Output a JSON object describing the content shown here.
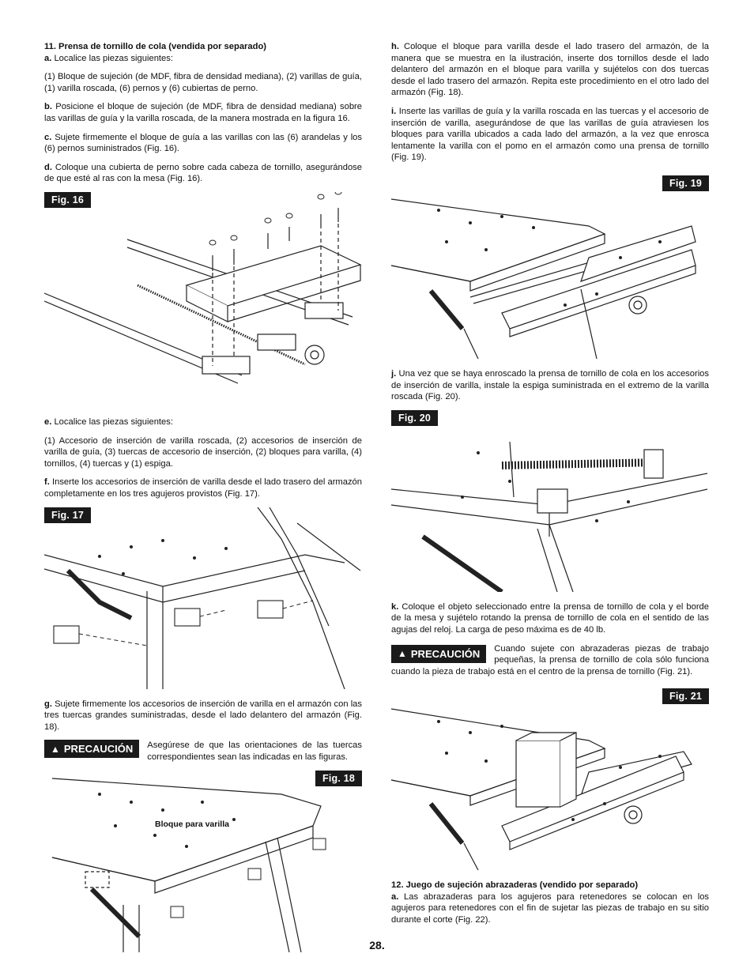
{
  "left": {
    "s11_title": "11. Prensa de tornillo de cola (vendida por separado)",
    "a_letter": "a.",
    "a_text": "Localice las piezas siguientes:",
    "a_list": "(1) Bloque de sujeción (de MDF, fibra de densidad mediana), (2) varillas de guía, (1) varilla roscada, (6) pernos y (6) cubiertas de perno.",
    "b_letter": "b.",
    "b_text": "Posicione el bloque de sujeción (de MDF, fibra de densidad mediana) sobre las varillas de guía y la varilla roscada, de la manera mostrada en la figura 16.",
    "c_letter": "c.",
    "c_text": "Sujete firmemente el bloque de guía a las varillas con las (6) arandelas y los (6) pernos suministrados (Fig. 16).",
    "d_letter": "d.",
    "d_text": "Coloque una cubierta de perno sobre cada cabeza de tornillo, asegurándose de que esté al ras con la mesa (Fig. 16).",
    "fig16": "Fig. 16",
    "e_letter": "e.",
    "e_text": "Localice las piezas siguientes:",
    "e_list": "(1) Accesorio de inserción de varilla roscada, (2) accesorios de inserción de varilla de guía, (3) tuercas de accesorio de inserción, (2) bloques para varilla, (4) tornillos, (4) tuercas y (1) espiga.",
    "f_letter": "f.",
    "f_text": "Inserte los accesorios de inserción de varilla desde el lado trasero del armazón completamente en los tres agujeros provistos (Fig. 17).",
    "fig17": "Fig. 17",
    "g_letter": "g.",
    "g_text": "Sujete firmemente los accesorios de inserción de varilla en el armazón con las tres tuercas grandes suministradas, desde el lado delantero del armazón (Fig. 18).",
    "caution_label": "PRECAUCIÓN",
    "caution_text": "Asegúrese de que las orientaciones de las tuercas correspondientes sean las indicadas en las figuras.",
    "fig18": "Fig. 18",
    "fig18_label": "Bloque para varilla"
  },
  "right": {
    "h_letter": "h.",
    "h_text": "Coloque el bloque para varilla desde el lado trasero del armazón, de la manera que se muestra en la ilustración, inserte dos tornillos desde el lado delantero del armazón en el bloque para varilla y sujételos con dos tuercas desde el lado trasero del armazón. Repita este procedimiento en el otro lado del armazón (Fig. 18).",
    "i_letter": "i.",
    "i_text": "Inserte las varillas de guía y la varilla roscada en las tuercas y el accesorio de inserción de varilla, asegurándose de que las varillas de guía atraviesen los bloques para varilla ubicados a cada lado del armazón, a la vez que enrosca lentamente la varilla con el pomo en el armazón como una prensa de tornillo (Fig. 19).",
    "fig19": "Fig. 19",
    "j_letter": "j.",
    "j_text": "Una vez que se haya enroscado la prensa de tornillo de cola en los accesorios de inserción de varilla, instale la espiga suministrada en el extremo de la varilla roscada (Fig. 20).",
    "fig20": "Fig. 20",
    "k_letter": "k.",
    "k_text": "Coloque el objeto seleccionado entre la prensa de tornillo de cola y el borde de la mesa y sujételo rotando la prensa de tornillo de cola en el sentido de las agujas del reloj. La carga de peso máxima es de 40 lb.",
    "caution_label": "PRECAUCIÓN",
    "caution_text": "Cuando sujete con abrazaderas piezas de trabajo pequeñas, la prensa de tornillo de cola sólo funciona cuando la pieza de trabajo está en el centro de la prensa de tornillo (Fig. 21).",
    "fig21": "Fig. 21",
    "s12_title": "12. Juego de sujeción abrazaderas (vendido por separado)",
    "a12_letter": "a.",
    "a12_text": "Las abrazaderas para los agujeros para retenedores se colocan en los agujeros para retenedores con el fin de sujetar las piezas de trabajo en su sitio durante el corte (Fig. 22)."
  },
  "page_number": "28."
}
